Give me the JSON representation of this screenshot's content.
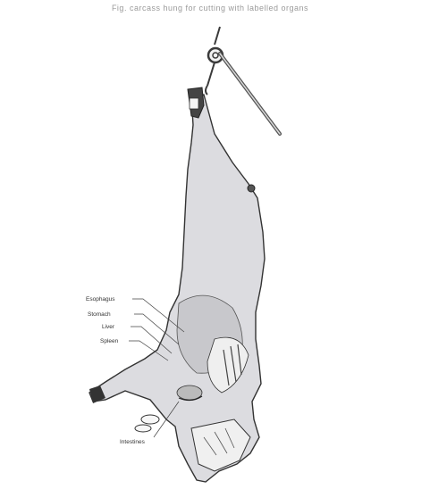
{
  "caption": "Fig. carcass hung for cutting with labelled organs",
  "labels": {
    "l1": "Esophagus",
    "l2": "Stomach",
    "l3": "Liver",
    "l4": "Spleen",
    "l5": "Intestines"
  },
  "colors": {
    "carcass_fill": "#d9d9dc",
    "outline": "#2a2a2a",
    "caption_ink": "#7a7a7a"
  }
}
